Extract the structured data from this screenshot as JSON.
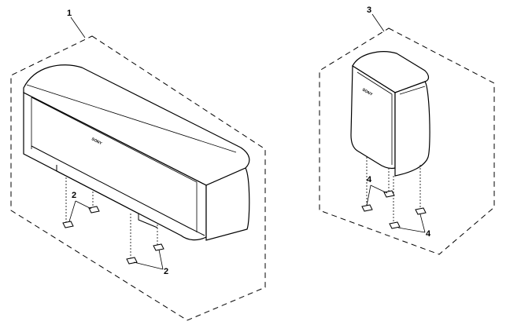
{
  "callouts": {
    "center_speaker": "1",
    "center_feet": "2",
    "surround_speaker": "3",
    "surround_feet": "4"
  },
  "brand": {
    "logo_text": "SONY"
  }
}
